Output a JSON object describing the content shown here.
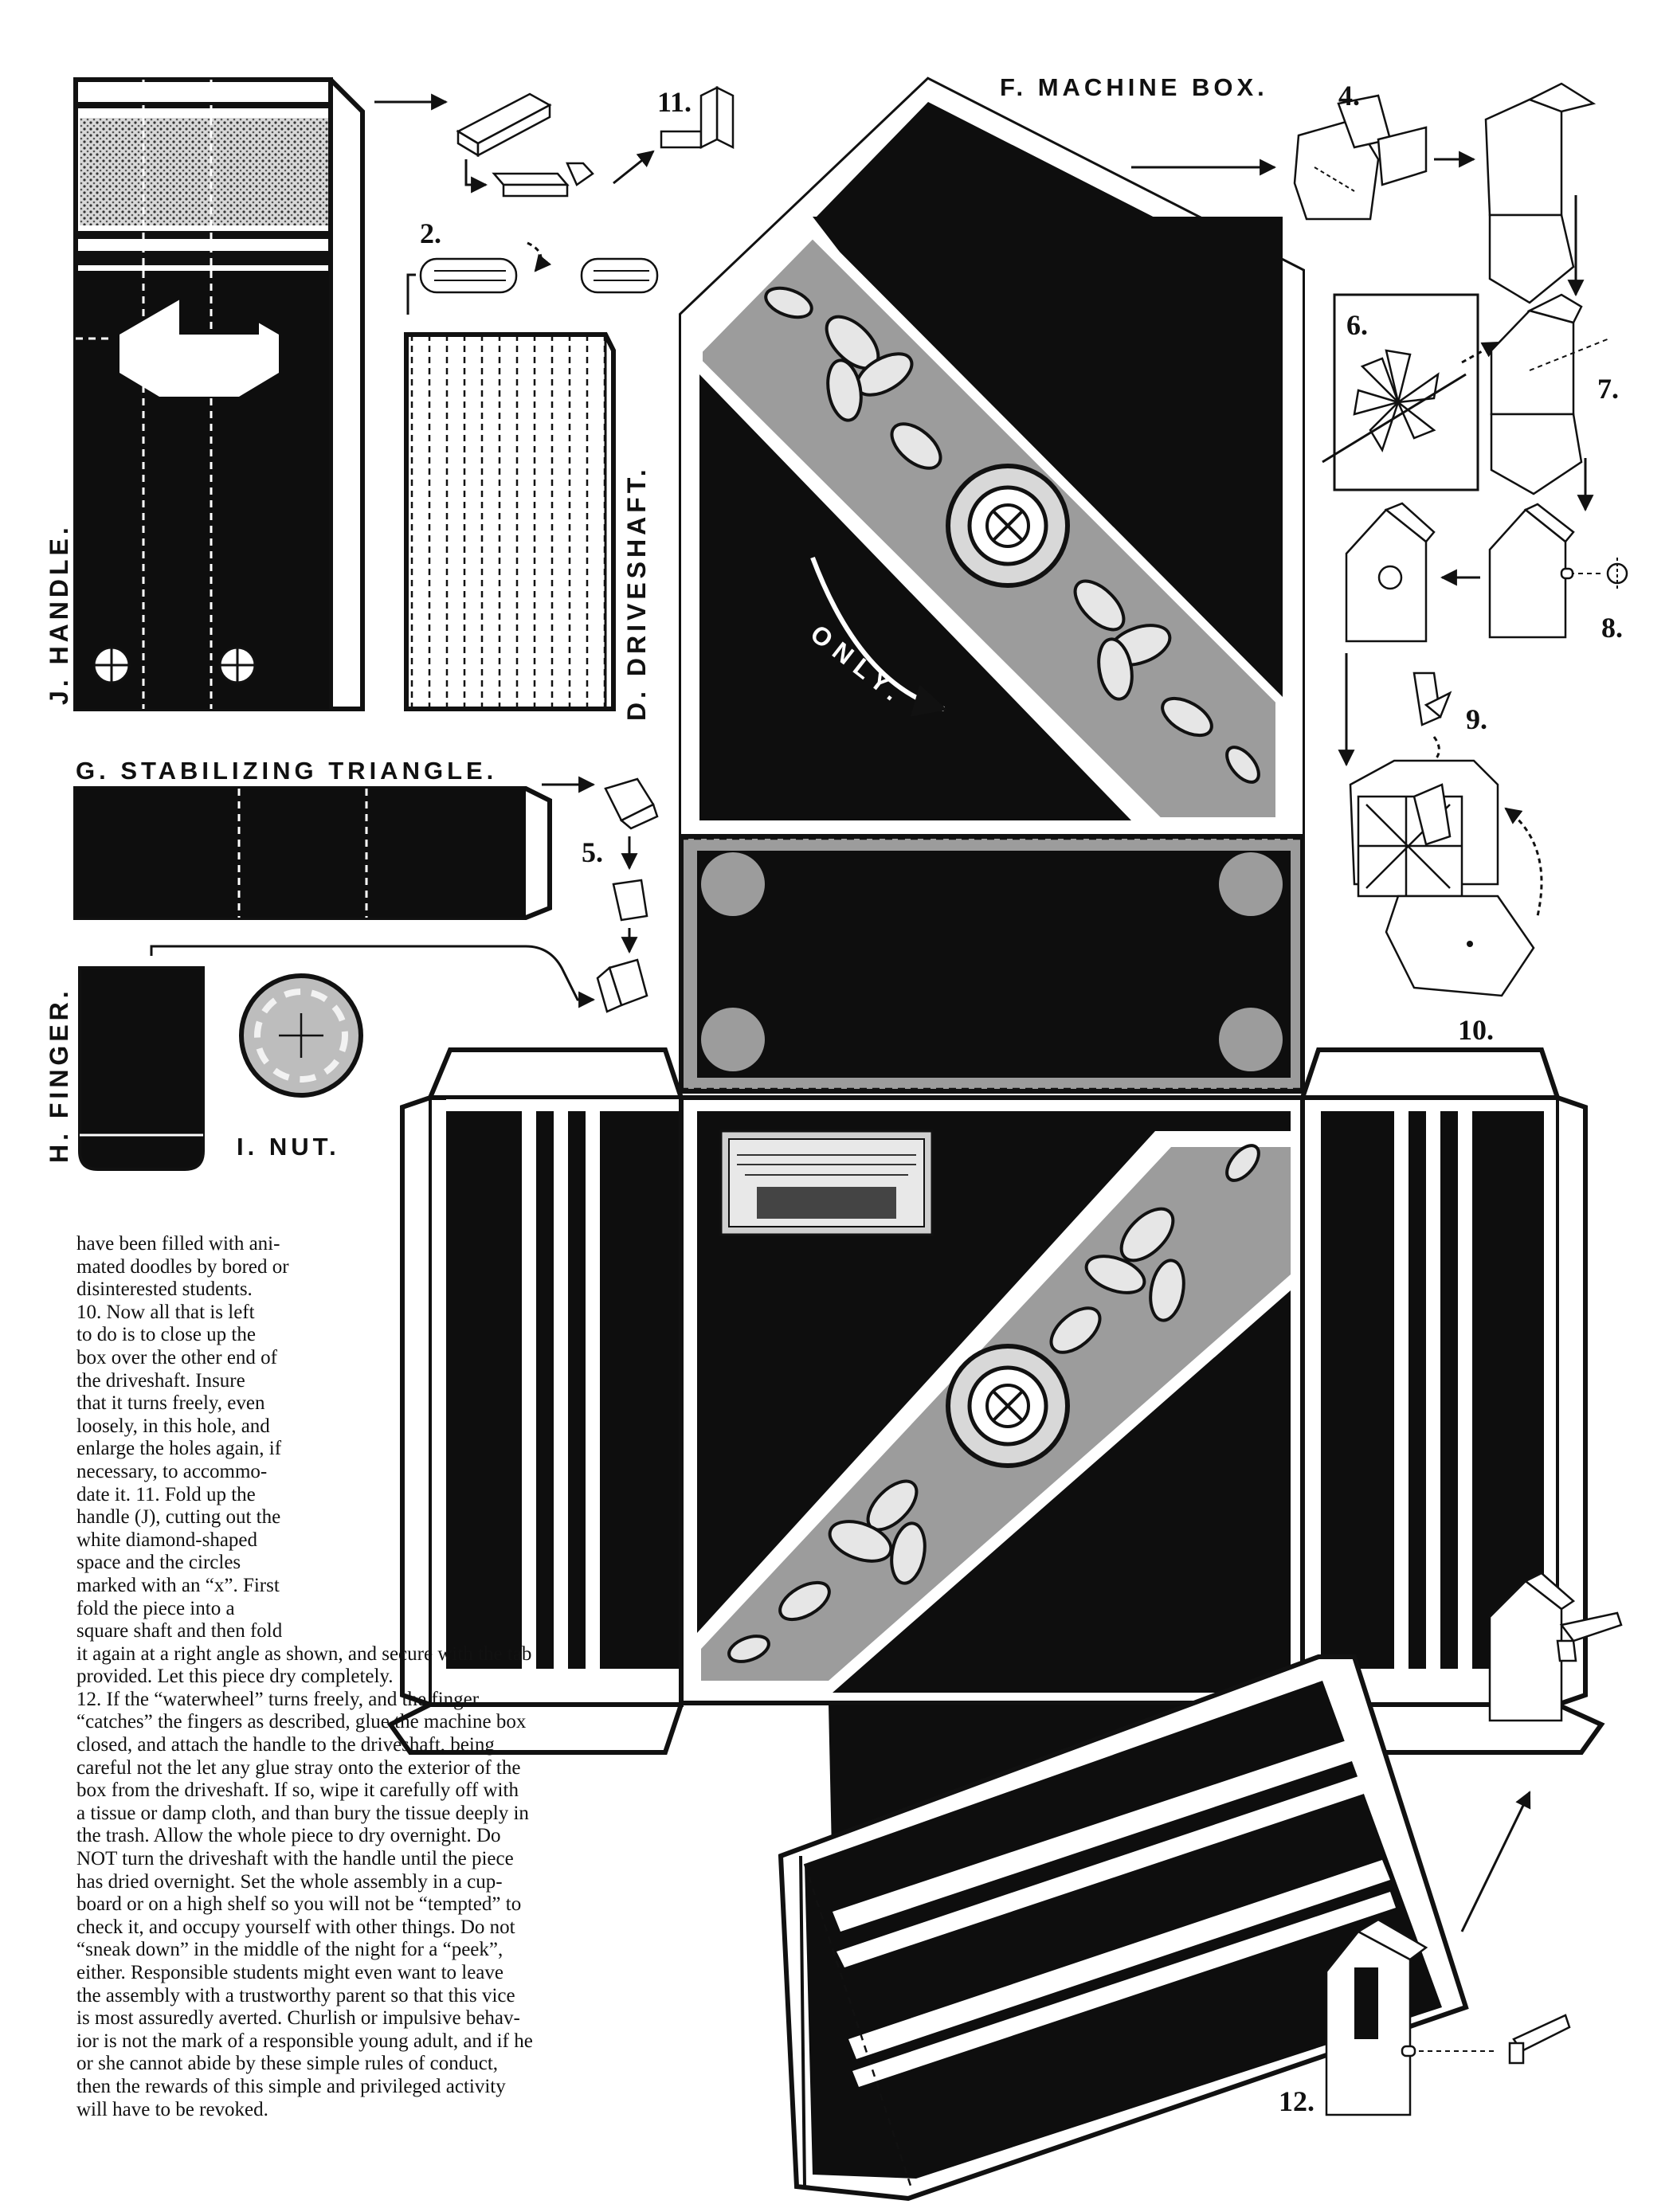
{
  "labels": {
    "machine_box": "F.  MACHINE BOX.",
    "handle": "J.  HANDLE.",
    "driveshaft": "D.  DRIVESHAFT.",
    "stabilizing_triangle": "G.  STABILIZING TRIANGLE.",
    "finger": "H.  FINGER.",
    "nut": "I.  NUT.",
    "only": "ONLY.",
    "step_2": "2.",
    "step_4": "4.",
    "step_5": "5.",
    "step_6": "6.",
    "step_7": "7.",
    "step_8": "8.",
    "step_9": "9.",
    "step_10": "10.",
    "step_11": "11.",
    "step_12": "12."
  },
  "instructions": {
    "block_1": [
      "have been filled with ani-",
      "mated doodles by bored or",
      "disinterested students.",
      "   10. Now all that is left",
      "to do is to close up the",
      "box over the other end of",
      "the driveshaft.   Insure",
      "that it turns freely, even",
      "loosely, in this hole, and",
      "enlarge the holes again, if",
      "necessary, to accommo-",
      "date it.   11. Fold up the",
      "handle (J), cutting out the",
      "white    diamond-shaped",
      "space   and   the   circles",
      "marked with an “x”.  First",
      "fold  the  piece  into  a",
      "square shaft and then fold"
    ],
    "block_2": [
      "it again at a right angle as shown, and secure with the tab",
      "provided.  Let this piece dry completely.",
      "   12. If the “waterwheel” turns freely, and the finger",
      "“catches” the fingers as described, glue the machine box",
      "closed, and attach the handle to the driveshaft, being",
      "careful not the let any glue stray onto the exterior of the",
      "box from the driveshaft.  If so, wipe it carefully off with",
      "a tissue or damp cloth, and than bury the tissue deeply in",
      "the trash.  Allow the whole piece to dry overnight.  Do",
      "NOT turn the driveshaft with the handle until the piece",
      "has dried overnight.  Set the whole assembly in a cup-",
      "board or on a high shelf so you will not be “tempted” to",
      "check it, and occupy yourself with other things.  Do not",
      "“sneak down” in the middle of the night for a “peek”,",
      "either.  Responsible students might even want to leave",
      "the assembly with a trustworthy parent so that this vice",
      "is most assuredly averted.  Churlish or impulsive behav-",
      "ior is not the mark of a responsible young adult, and if he",
      "or she cannot abide by these simple rules of conduct,",
      "then the rewards of this simple and privileged activity",
      "will have to be revoked."
    ]
  },
  "colors": {
    "ink": "#0e0e0e",
    "panel_gray": "#9c9c9c",
    "paper": "#ffffff"
  }
}
